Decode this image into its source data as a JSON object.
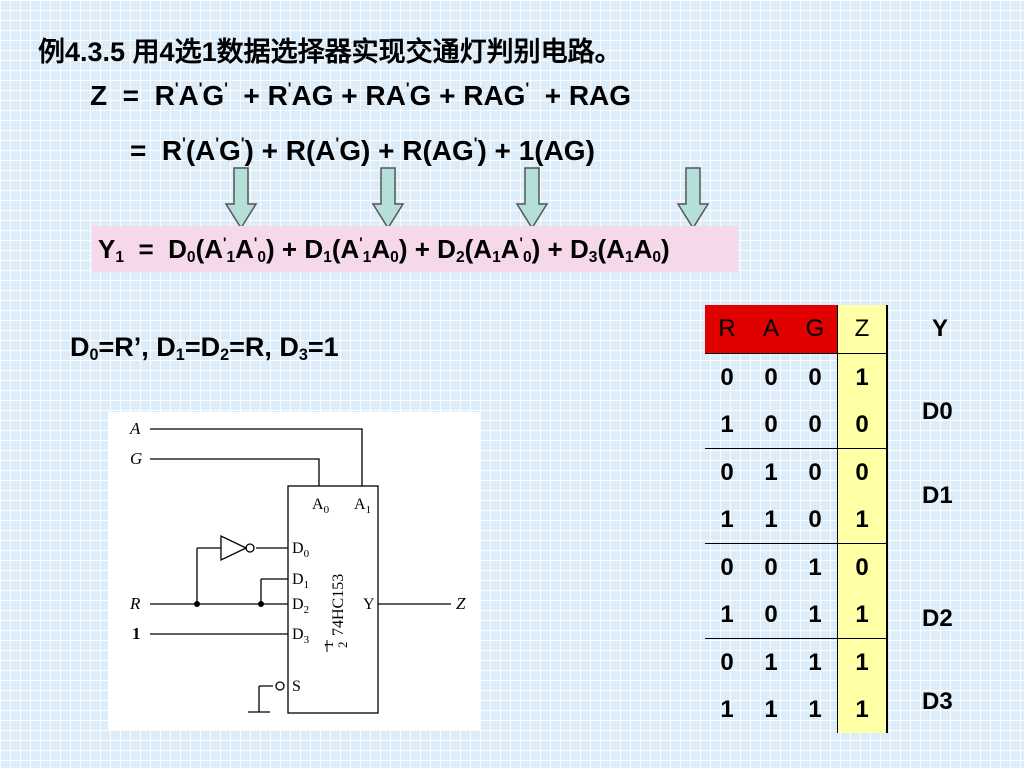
{
  "title": "例4.3.5 用4选1数据选择器实现交通灯判别电路。",
  "eq1": {
    "z": "Z",
    "eq": "=",
    "plus": "+",
    "t1": "R",
    "t1b": "A",
    "t1c": "G",
    "t2": "R",
    "t2b": "AG",
    "t3": "RA",
    "t3b": "G",
    "t4": "RAG",
    "t5": "RAG"
  },
  "eq2": {
    "eq": "=",
    "plus": "+",
    "a1": "R",
    "a2": "(A",
    "a3": "G",
    "a4": ")",
    "b1": "R(A",
    "b2": "G)",
    "c1": "R(AG",
    "c2": ")",
    "d1": "1(AG)"
  },
  "prime": "'",
  "yeq": {
    "y": "Y",
    "y_sub": "1",
    "eq": "=",
    "plus": "+",
    "d0": "D",
    "d0_sub": "0",
    "d1": "D",
    "d1_sub": "1",
    "d2": "D",
    "d2_sub": "2",
    "d3": "D",
    "d3_sub": "3",
    "open": "(",
    "close": ")",
    "a": "A",
    "a1": "1",
    "a0": "0"
  },
  "dline": {
    "p1": "D",
    "s0": "0",
    "p2": "=R’, D",
    "s1": "1",
    "p3": "=D",
    "s2": "2",
    "p4": "=R, D",
    "s3": "3",
    "p5": "=1"
  },
  "circuit": {
    "in_a": "A",
    "in_g": "G",
    "in_r": "R",
    "in_one": "1",
    "out_z": "Z",
    "a0": "A",
    "a0_sub": "0",
    "a1": "A",
    "a1_sub": "1",
    "d0": "D",
    "d0_sub": "0",
    "d1": "D",
    "d1_sub": "1",
    "d2": "D",
    "d2_sub": "2",
    "d3": "D",
    "d3_sub": "3",
    "s": "S",
    "y": "Y",
    "chip_num": "1",
    "chip_den": "2",
    "chip_name": "74HC153"
  },
  "table": {
    "headers": [
      "R",
      "A",
      "G",
      "Z"
    ],
    "rows": [
      [
        "0",
        "0",
        "0",
        "1"
      ],
      [
        "1",
        "0",
        "0",
        "0"
      ],
      [
        "0",
        "1",
        "0",
        "0"
      ],
      [
        "1",
        "1",
        "0",
        "1"
      ],
      [
        "0",
        "0",
        "1",
        "0"
      ],
      [
        "1",
        "0",
        "1",
        "1"
      ],
      [
        "0",
        "1",
        "1",
        "1"
      ],
      [
        "1",
        "1",
        "1",
        "1"
      ]
    ],
    "y_header": "Y",
    "y_labels": [
      "D0",
      "D1",
      "D2",
      "D3"
    ]
  },
  "colors": {
    "background": "#dcecf9",
    "header_red": "#e00000",
    "z_yellow": "#ffffa6",
    "y_box_pink": "#f5d9ea",
    "arrow_fill": "#b5e0d9",
    "arrow_stroke": "#555555"
  },
  "icons": {
    "arrow": "down-arrow-icon",
    "not_gate": "not-gate-icon",
    "ground": "ground-icon"
  }
}
